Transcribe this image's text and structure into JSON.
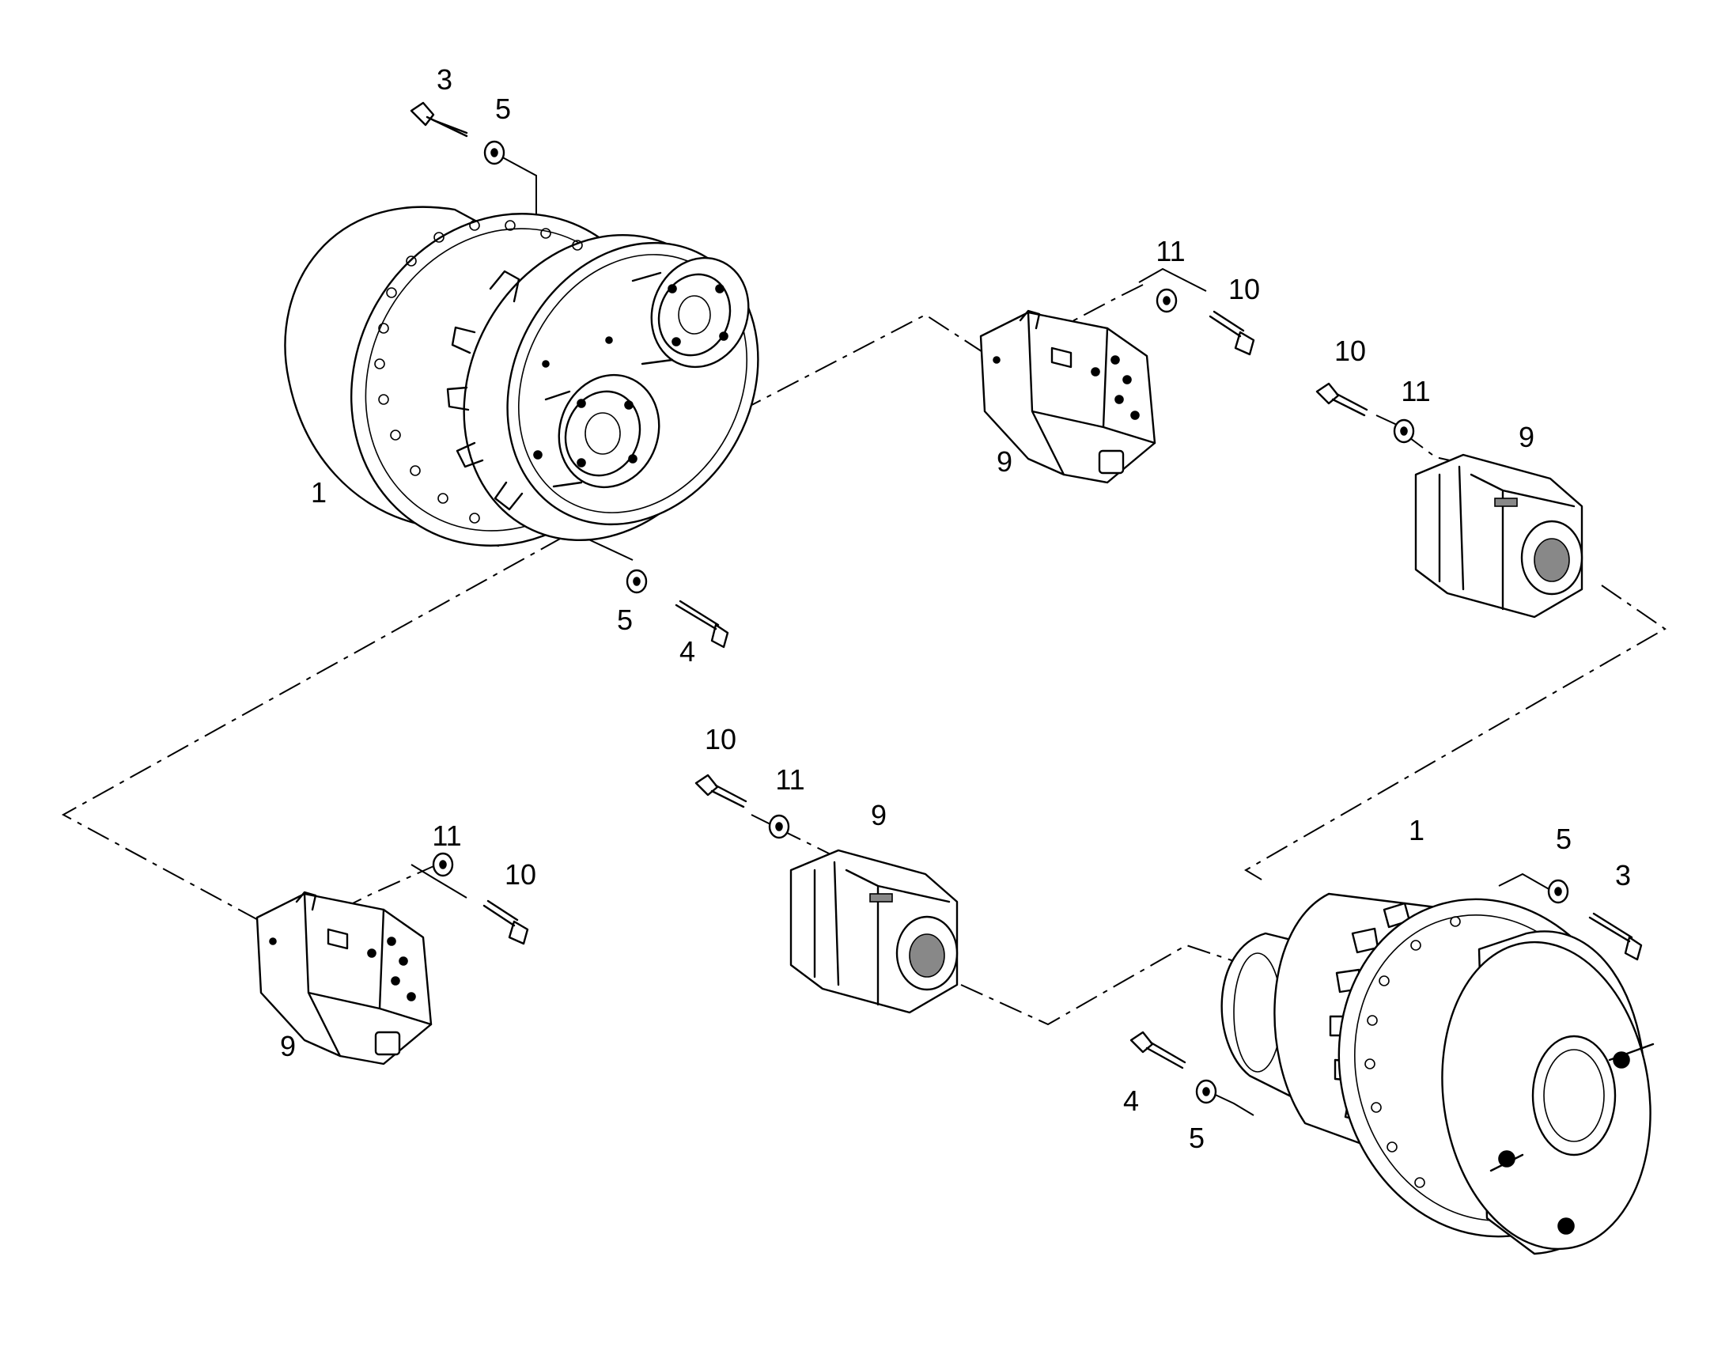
{
  "callouts": {
    "c1": "1",
    "c2": "3",
    "c3": "5",
    "c4": "5",
    "c5": "4",
    "c6": "11",
    "c7": "10",
    "c8": "9",
    "c9": "10",
    "c10": "11",
    "c11": "9",
    "c12": "10",
    "c13": "11",
    "c14": "9",
    "c15": "11",
    "c16": "10",
    "c17": "9",
    "c18": "1",
    "c19": "5",
    "c20": "3",
    "c21": "4",
    "c22": "5"
  }
}
